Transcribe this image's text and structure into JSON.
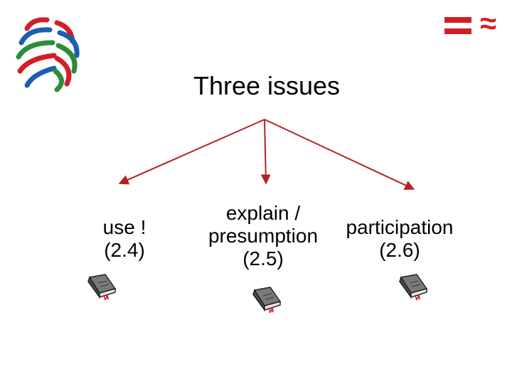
{
  "header": {
    "approx_symbol": "≈",
    "colors": {
      "accent_red": "#d21f26",
      "arrow": "#b22222"
    }
  },
  "logo": {
    "arc_colors": [
      "#d21f26",
      "#1a5fb4",
      "#2e8b3a"
    ]
  },
  "title": "Three issues",
  "branches": [
    {
      "lines": [
        "use !",
        "(2.4)"
      ],
      "icon": "book-icon"
    },
    {
      "lines": [
        "explain /",
        "presumption",
        "(2.5)"
      ],
      "icon": "book-icon"
    },
    {
      "lines": [
        "participation",
        "(2.6)"
      ],
      "icon": "book-icon"
    }
  ]
}
